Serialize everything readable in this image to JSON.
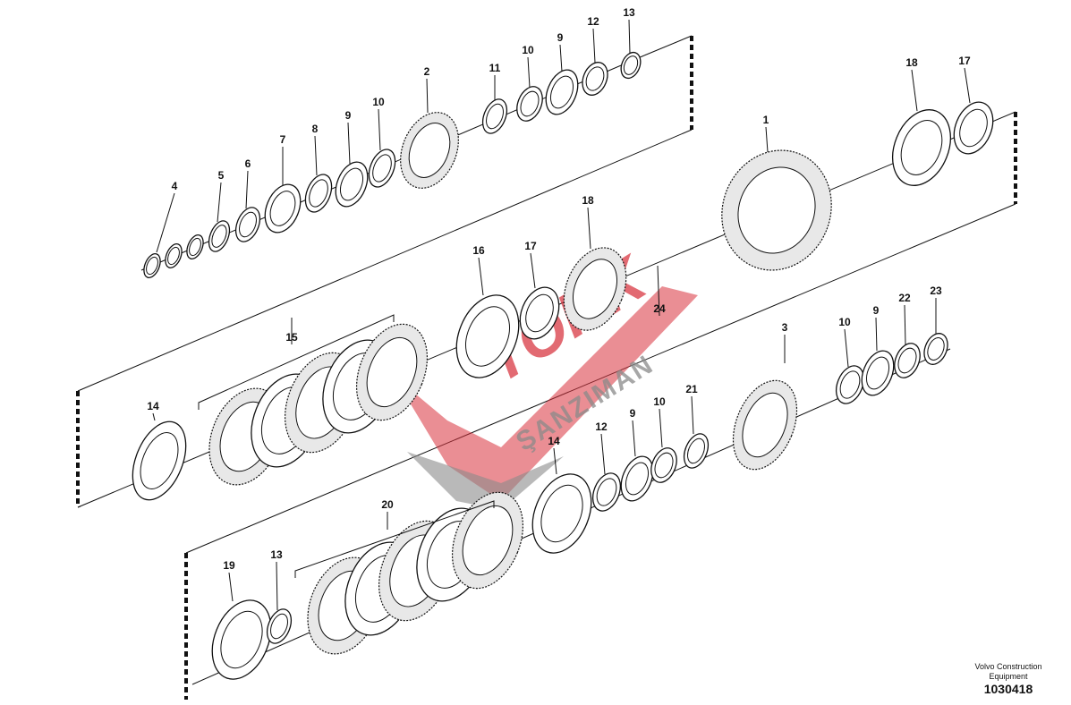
{
  "callouts": [
    "4",
    "5",
    "6",
    "7",
    "8",
    "9",
    "10",
    "2",
    "11",
    "10",
    "9",
    "12",
    "13",
    "18",
    "17",
    "1",
    "18",
    "17",
    "16",
    "24",
    "15",
    "14",
    "3",
    "10",
    "9",
    "22",
    "23",
    "21",
    "10",
    "9",
    "12",
    "14",
    "20",
    "19",
    "13"
  ],
  "watermark": {
    "brand": "TORK",
    "sub": "ŞANZIMAN"
  },
  "footer": {
    "company": "Volvo Construction Equipment",
    "drawing_number": "1030418"
  }
}
